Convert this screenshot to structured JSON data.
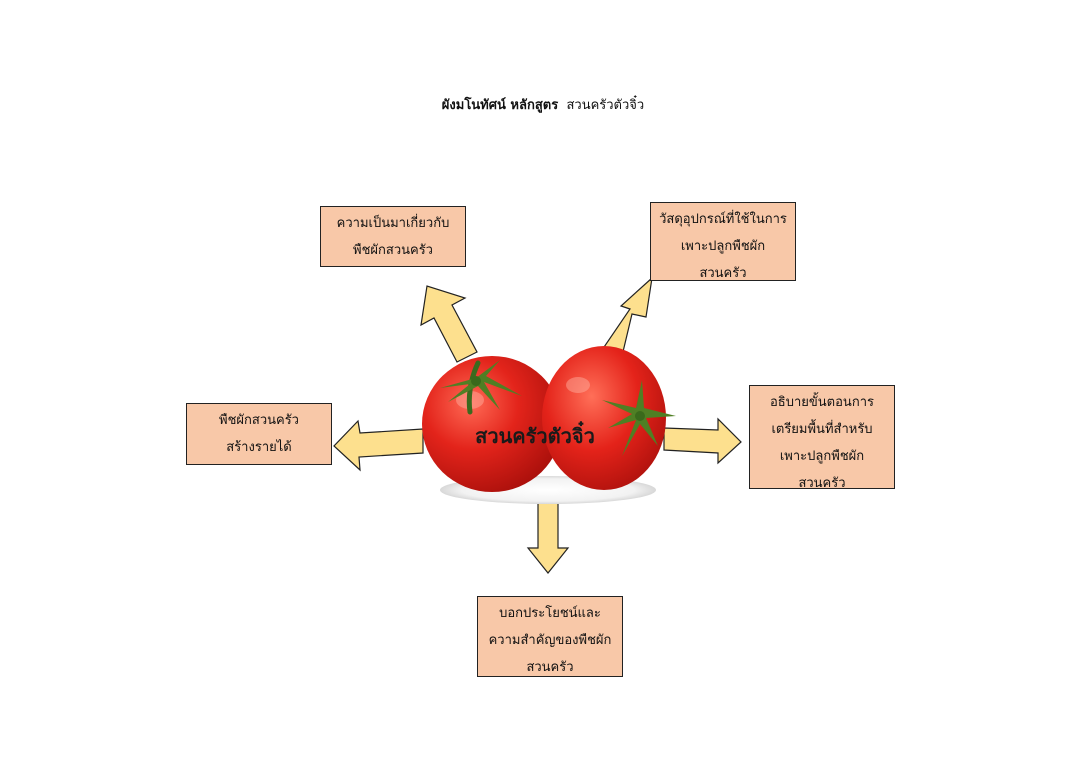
{
  "title": {
    "bold_part": "ผังมโนทัศน์ หลักสูตร",
    "rest": "สวนครัวตัวจิ๋ว"
  },
  "center": {
    "label": "สวนครัวตัวจิ๋ว"
  },
  "boxes": {
    "top_left": [
      "ความเป็นมาเกี่ยวกับ",
      "พืชผักสวนครัว"
    ],
    "top_right": [
      "วัสดุอุปกรณ์ที่ใช้ในการ",
      "เพาะปลูกพืชผัก",
      "สวนครัว"
    ],
    "left": [
      "พืชผักสวนครัว",
      "สร้างรายได้"
    ],
    "right": [
      "อธิบายขั้นตอนการ",
      "เตรียมพื้นที่สำหรับ",
      "เพาะปลูกพืชผัก",
      "สวนครัว"
    ],
    "bottom": [
      "บอกประโยชน์และ",
      "ความสำคัญของพืชผัก",
      "สวนครัว"
    ]
  },
  "colors": {
    "box_fill": "#f8c8a8",
    "arrow_fill": "#fde08e",
    "tomato": "#e0201a"
  }
}
